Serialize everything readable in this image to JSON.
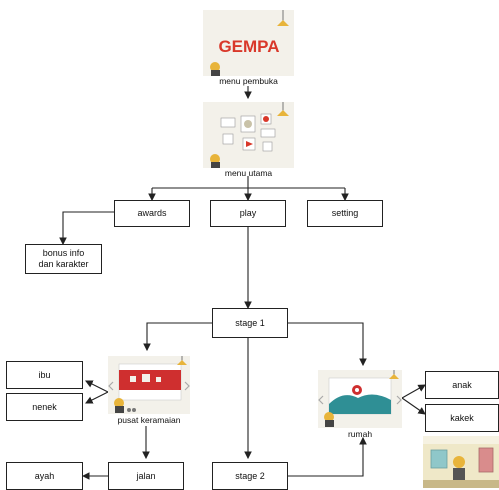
{
  "nodes": {
    "menu_pembuka": {
      "caption": "menu pembuka",
      "logo": "GEMPA",
      "thumb": "title-screen-thumbnail"
    },
    "menu_utama": {
      "caption": "menu utama",
      "thumb": "main-menu-thumbnail"
    },
    "awards": "awards",
    "play": "play",
    "setting": "setting",
    "bonus": "bonus info\ndan karakter",
    "stage1": "stage 1",
    "pusat": {
      "caption": "pusat keramaian",
      "thumb": "crowd-center-thumbnail"
    },
    "rumah": {
      "caption": "rumah",
      "thumb": "house-thumbnail"
    },
    "ibu": "ibu",
    "nenek": "nenek",
    "anak": "anak",
    "kakek": "kakek",
    "ayah": "ayah",
    "jalan": "jalan",
    "stage2": "stage 2"
  },
  "edges": [
    [
      "menu_pembuka",
      "menu_utama"
    ],
    [
      "menu_utama",
      "awards"
    ],
    [
      "menu_utama",
      "play"
    ],
    [
      "menu_utama",
      "setting"
    ],
    [
      "awards",
      "bonus"
    ],
    [
      "play",
      "stage1"
    ],
    [
      "stage1",
      "pusat"
    ],
    [
      "stage1",
      "stage2"
    ],
    [
      "stage1",
      "rumah"
    ],
    [
      "pusat",
      "ibu"
    ],
    [
      "pusat",
      "nenek"
    ],
    [
      "pusat",
      "jalan"
    ],
    [
      "rumah",
      "anak"
    ],
    [
      "rumah",
      "kakek"
    ],
    [
      "jalan",
      "ayah"
    ],
    [
      "stage2",
      "rumah"
    ]
  ],
  "colors": {
    "line": "#222222",
    "thumb_bg": "#f3f1ea",
    "logo_red": "#d9382a",
    "lamp": "#e8b43a",
    "pusat_red": "#cf2f2f",
    "rumah_teal": "#2f8f95"
  }
}
